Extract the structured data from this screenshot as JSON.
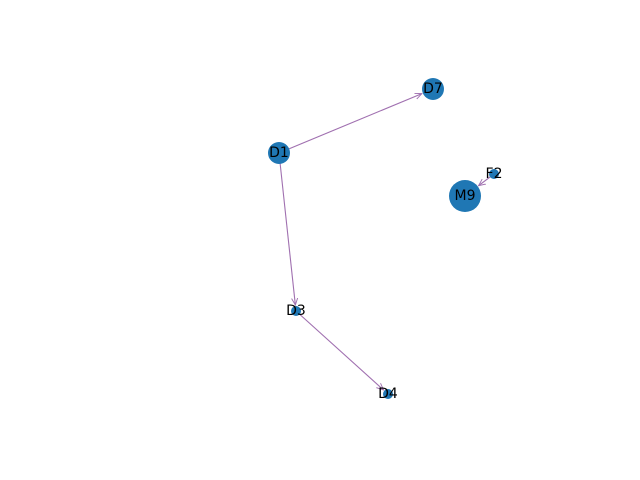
{
  "colors": {
    "node": "#1f77b4",
    "edge": "#a070b0",
    "background": "#ffffff"
  },
  "graph": {
    "nodes": [
      {
        "id": "D7",
        "label": "D7",
        "size": "medium"
      },
      {
        "id": "D1",
        "label": "D1",
        "size": "medium"
      },
      {
        "id": "F2",
        "label": "F2",
        "size": "small"
      },
      {
        "id": "M9",
        "label": "M9",
        "size": "large"
      },
      {
        "id": "D3",
        "label": "D3",
        "size": "small"
      },
      {
        "id": "D4",
        "label": "D4",
        "size": "small"
      }
    ],
    "edges": [
      {
        "source": "D1",
        "target": "D7",
        "directed": true
      },
      {
        "source": "D1",
        "target": "D3",
        "directed": true
      },
      {
        "source": "D3",
        "target": "D4",
        "directed": true
      },
      {
        "source": "F2",
        "target": "M9",
        "directed": true
      }
    ]
  }
}
